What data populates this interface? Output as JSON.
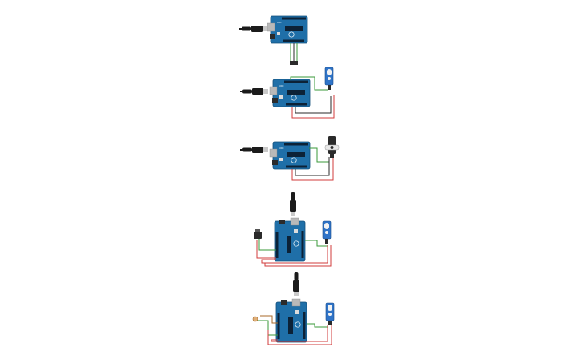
{
  "canvas": {
    "background": "#ffffff",
    "circuits": [
      {
        "id": "circuit-1",
        "components": [
          "usb-cable",
          "arduino-uno",
          "sensor-3pin"
        ],
        "orientation": "horizontal"
      },
      {
        "id": "circuit-2",
        "components": [
          "usb-cable",
          "arduino-uno",
          "servo"
        ],
        "orientation": "horizontal"
      },
      {
        "id": "circuit-3",
        "components": [
          "usb-cable",
          "arduino-uno",
          "servo"
        ],
        "orientation": "horizontal"
      },
      {
        "id": "circuit-4",
        "components": [
          "usb-cable",
          "arduino-uno",
          "servo",
          "sensor"
        ],
        "orientation": "vertical"
      },
      {
        "id": "circuit-5",
        "components": [
          "usb-cable",
          "arduino-uno",
          "servo",
          "potentiometer"
        ],
        "orientation": "vertical"
      }
    ]
  },
  "colors": {
    "board": "#1f6fa8",
    "board_dark": "#15507b",
    "board_header": "#0c2237",
    "usb_cable": "#1b1b1b",
    "usb_plug": "#c9c9c9",
    "wire_green": "#3a9a3a",
    "wire_red": "#d23b3b",
    "wire_black": "#2a2a2a",
    "servo_body": "#2f74c8",
    "servo_horn": "#f2f2f2"
  }
}
